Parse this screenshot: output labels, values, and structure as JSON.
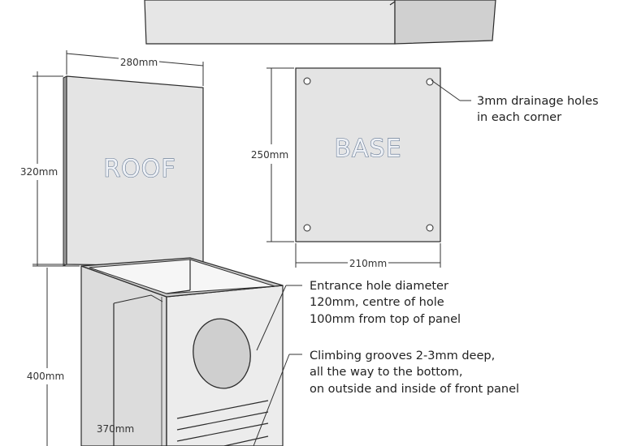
{
  "roof": {
    "label": "ROOF",
    "width": "280mm",
    "height": "320mm"
  },
  "base": {
    "label": "BASE",
    "width": "210mm",
    "height": "250mm"
  },
  "box": {
    "height_back": "400mm",
    "height_front": "370mm"
  },
  "notes": {
    "drainage": [
      "3mm drainage holes",
      "in each corner"
    ],
    "entrance": [
      "Entrance hole diameter",
      "120mm, centre of hole",
      "100mm from top of panel"
    ],
    "grooves": [
      "Climbing grooves 2-3mm deep,",
      "all the way to the bottom,",
      "on outside and inside of front panel"
    ]
  }
}
